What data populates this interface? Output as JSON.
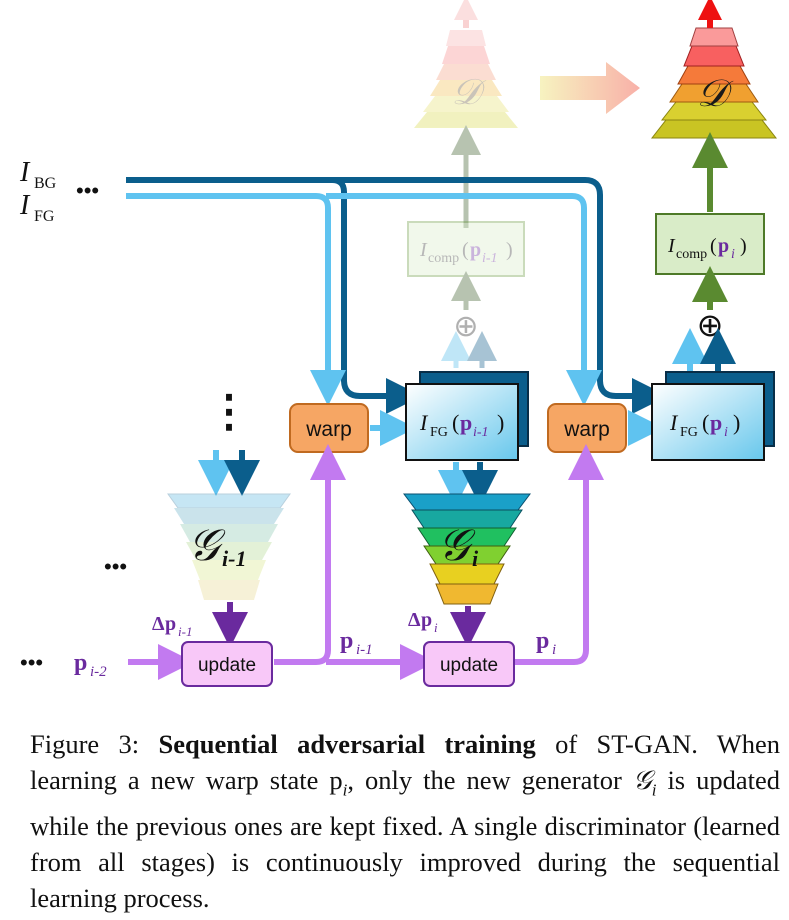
{
  "diagram": {
    "inputs": {
      "bg_main": "I",
      "bg_sub": "BG",
      "fg_main": "I",
      "fg_sub": "FG",
      "dots": "•••"
    },
    "discriminator_symbol": "𝒟",
    "comp_prev": {
      "main": "I",
      "sub": "comp",
      "arg_open": "(",
      "p": "p",
      "idx": "i-1",
      "arg_close": ")"
    },
    "comp_cur": {
      "main": "I",
      "sub": "comp",
      "arg_open": "(",
      "p": "p",
      "idx": "i",
      "arg_close": ")"
    },
    "oplus": "⊕",
    "warp_label": "warp",
    "fg_prev": {
      "main": "I",
      "sub": "FG",
      "arg_open": "(",
      "p": "p",
      "idx": "i-1",
      "arg_close": ")"
    },
    "fg_cur": {
      "main": "I",
      "sub": "FG",
      "arg_open": "(",
      "p": "p",
      "idx": "i",
      "arg_close": ")"
    },
    "generator_prev": {
      "symbol": "𝒢",
      "idx": "i-1"
    },
    "generator_cur": {
      "symbol": "𝒢",
      "idx": "i"
    },
    "vdots": "⋮",
    "dots_left": "•••",
    "delta_prev": {
      "delta": "Δ",
      "p": "p",
      "idx": "i-1"
    },
    "delta_cur": {
      "delta": "Δ",
      "p": "p",
      "idx": "i"
    },
    "update_label": "update",
    "p_im2": {
      "p": "p",
      "idx": "i-2"
    },
    "p_im1": {
      "p": "p",
      "idx": "i-1"
    },
    "p_i": {
      "p": "p",
      "idx": "i"
    },
    "colors": {
      "dark_blue": "#0b5e8c",
      "light_blue": "#5fc3f0",
      "purple": "#c27af0",
      "dark_purple": "#6a2a9e",
      "green": "#5a8a30",
      "orange": "#f6a664",
      "update_fill": "#f8c8f8",
      "red": "#ee1111"
    }
  },
  "caption": {
    "fig_label": "Figure 3:",
    "title": "Sequential adversarial training",
    "lead": "of ST-GAN.",
    "body": "When learning a new warp state p",
    "body_sub": "i",
    "body2": ", only the new generator",
    "g_sym": "𝒢",
    "g_sub": "i",
    "rest": " is updated while the previous ones are kept fixed. A single discriminator (learned from all stages) is continuously improved during the sequential learning process."
  }
}
